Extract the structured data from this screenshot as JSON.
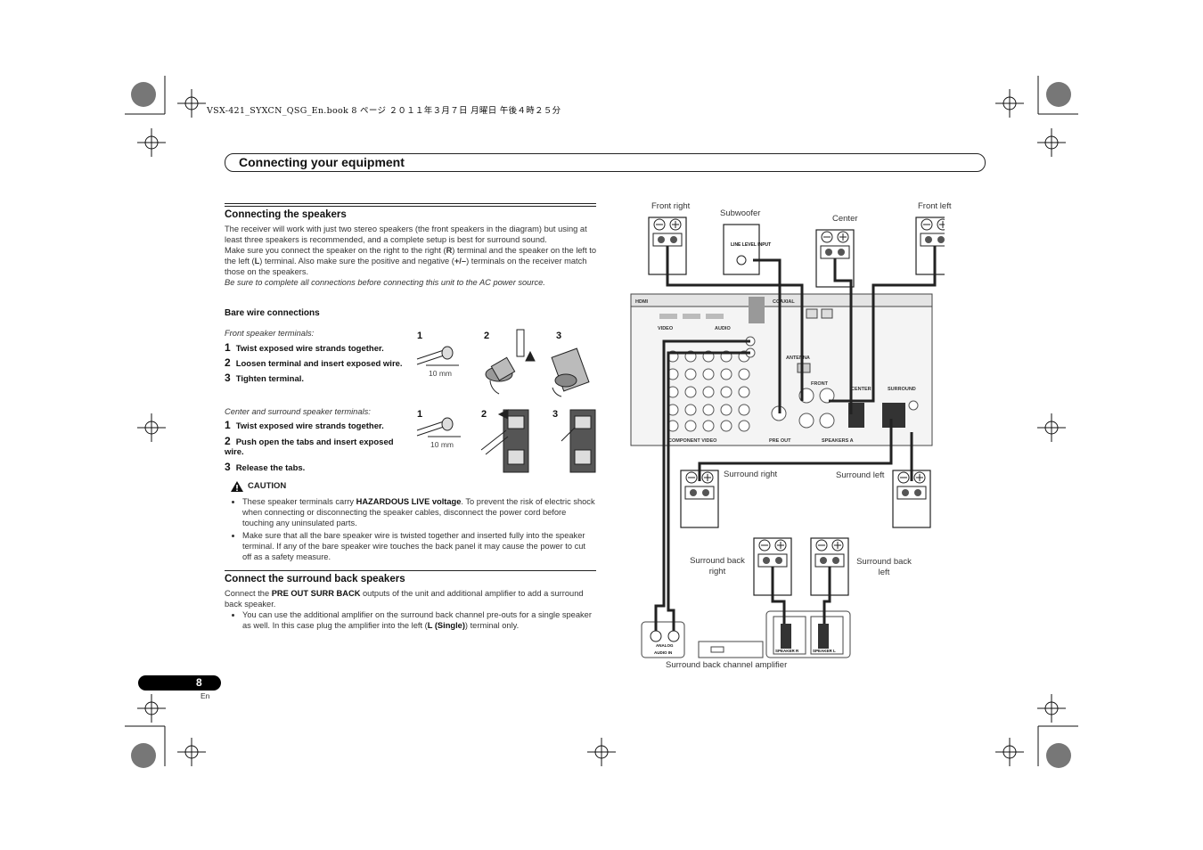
{
  "print_header": "VSX-421_SYXCN_QSG_En.book  8 ページ  ２０１１年３月７日  月曜日  午後４時２５分",
  "section_title": "Connecting your equipment",
  "speakers": {
    "heading": "Connecting the speakers",
    "para1": "The receiver will work with just two stereo speakers (the front speakers in the diagram) but using at least three speakers is recommended, and a complete setup is best for surround sound.",
    "para2_a": "Make sure you connect the speaker on the right to the right (",
    "para2_b": "R",
    "para2_c": ") terminal and the speaker on the left to the left (",
    "para2_d": "L",
    "para2_e": ") terminal. Also make sure the positive and negative (",
    "para2_f": "+/–",
    "para2_g": ") terminals on the receiver match those on the speakers.",
    "note": "Be sure to complete all connections before connecting this unit to the AC power source.",
    "bare_heading": "Bare wire connections",
    "front_label": "Front speaker terminals:",
    "front_steps": [
      {
        "n": "1",
        "text": "Twist exposed wire strands together."
      },
      {
        "n": "2",
        "text": "Loosen terminal and insert exposed wire."
      },
      {
        "n": "3",
        "text": "Tighten terminal."
      }
    ],
    "center_label": "Center and surround speaker terminals:",
    "center_steps": [
      {
        "n": "1",
        "text": "Twist exposed wire strands together."
      },
      {
        "n": "2",
        "text": "Push open the tabs and insert exposed wire."
      },
      {
        "n": "3",
        "text": "Release the tabs."
      }
    ],
    "fig_numbers": [
      "1",
      "2",
      "3"
    ],
    "mm_label": "10 mm",
    "caution_label": "CAUTION",
    "caution1_a": "These speaker terminals carry ",
    "caution1_b": "HAZARDOUS LIVE voltage",
    "caution1_c": ". To prevent the risk of electric shock when connecting or disconnecting the speaker cables, disconnect the power cord before touching any uninsulated parts.",
    "caution2": "Make sure that all the bare speaker wire is twisted together and inserted fully into the speaker terminal. If any of the bare speaker wire touches the back panel it may cause the power to cut off as a safety measure."
  },
  "surround_back": {
    "heading": "Connect the surround back speakers",
    "para_a": "Connect the ",
    "para_b": "PRE OUT SURR BACK",
    "para_c": " outputs of the unit and additional amplifier to add a surround back speaker.",
    "bullet_a": "You can use the additional amplifier on the surround back channel pre-outs for a single speaker as well. In this case plug the amplifier into the left (",
    "bullet_b": "L (Single)",
    "bullet_c": ") terminal only."
  },
  "diagram": {
    "front_right": "Front right",
    "subwoofer": "Subwoofer",
    "center": "Center",
    "front_left": "Front left",
    "surround_right": "Surround right",
    "surround_left": "Surround left",
    "surround_back_right": "Surround back right",
    "surround_back_left": "Surround back left",
    "amplifier": "Surround back channel amplifier",
    "line_level_input": "LINE LEVEL INPUT",
    "panel_hdmi": "HDMI",
    "panel_video": "VIDEO",
    "panel_audio": "AUDIO",
    "panel_antenna": "ANTENNA",
    "panel_coaxial": "COAXIAL",
    "panel_front": "FRONT",
    "panel_center": "CENTER",
    "panel_surround": "SURROUND",
    "panel_pre_out": "PRE OUT",
    "panel_speakers_a": "SPEAKERS A",
    "panel_component": "COMPONENT VIDEO",
    "amp_analog": "ANALOG",
    "amp_audio_in": "AUDIO IN",
    "amp_speaker_r": "SPEAKER R",
    "amp_speaker_l": "SPEAKER L"
  },
  "page": {
    "number": "8",
    "lang": "En"
  }
}
